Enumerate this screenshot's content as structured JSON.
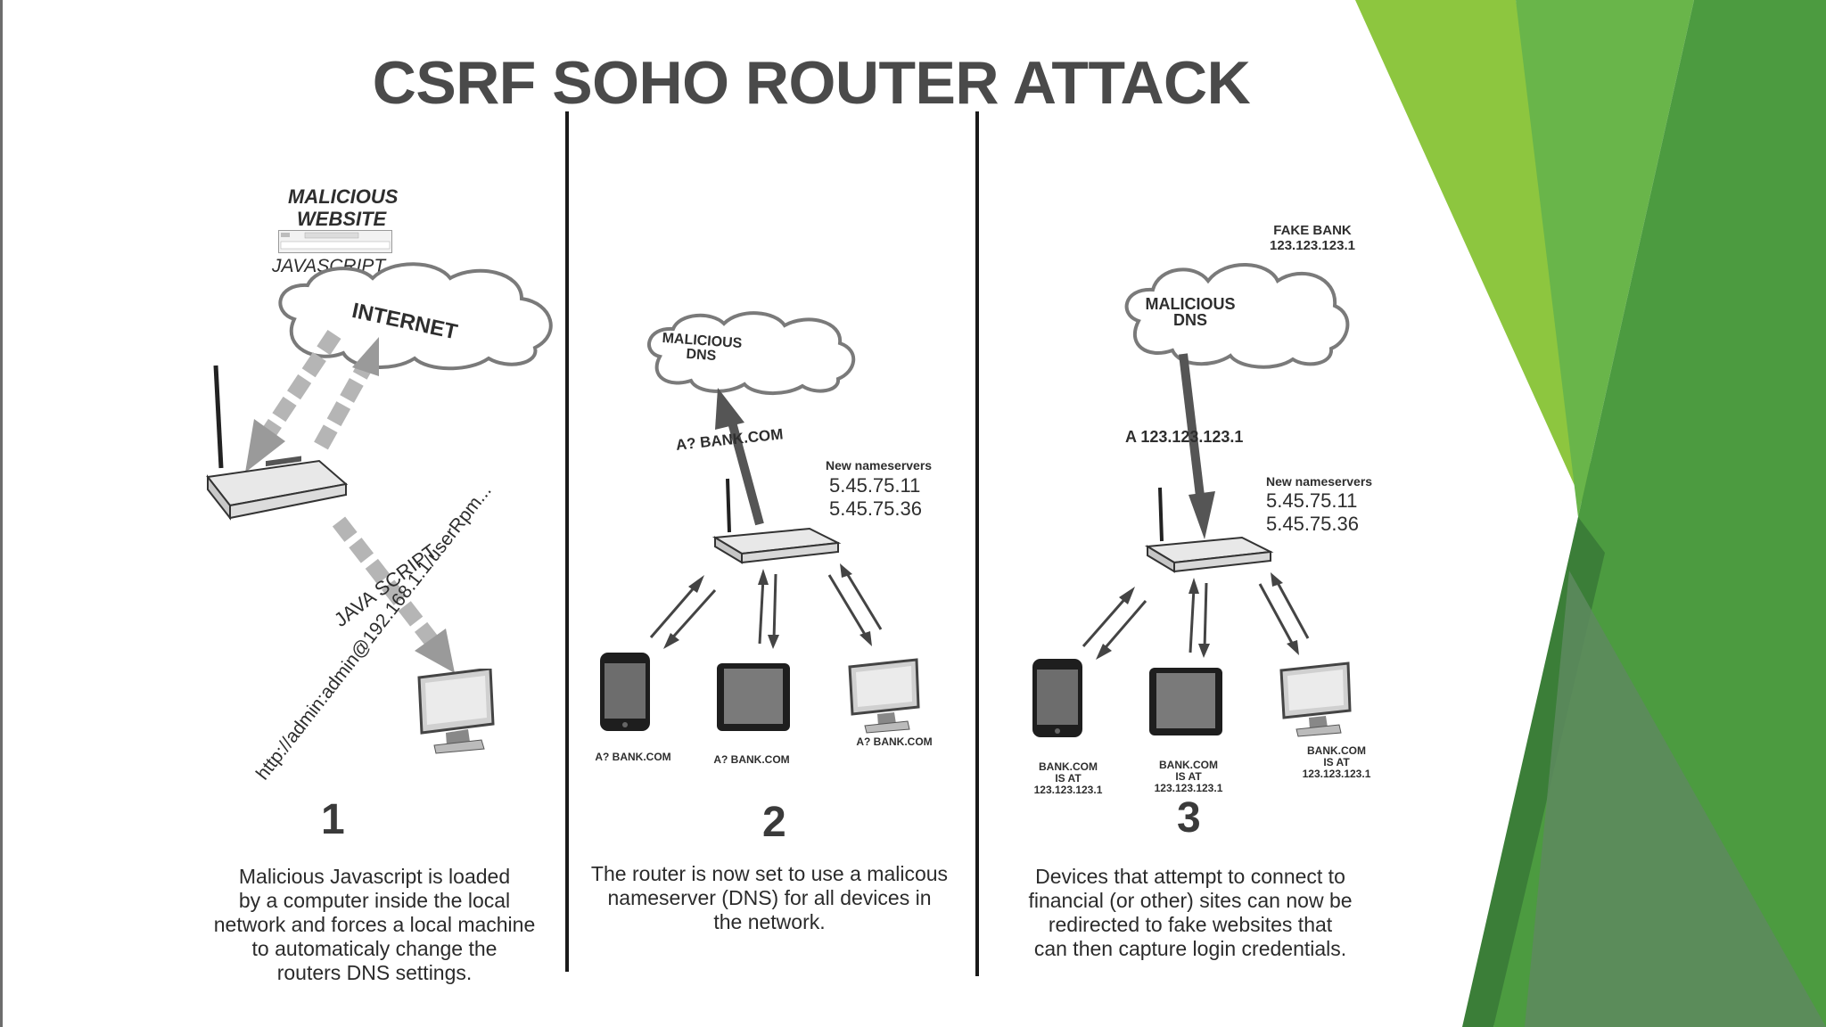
{
  "slide": {
    "title": "CSRF SOHO ROUTER ATTACK",
    "colors": {
      "accent_light": "#8dc63f",
      "accent_mid": "#5fae46",
      "accent_dark": "#3f7f3c",
      "muted": "#5e8a5f"
    }
  },
  "panel1": {
    "malicious_website": [
      "MALICIOUS",
      "WEBSITE"
    ],
    "javascript": "JAVASCRIPT",
    "internet": "INTERNET",
    "java_script": "JAVA SCRIPT",
    "url": "http://admin:admin@192.168.1.1/userRpm...",
    "number": "1",
    "description": [
      "Malicious Javascript is loaded",
      "by a computer inside the local",
      "network and forces a local machine",
      "to automaticaly change the",
      "routers DNS settings."
    ]
  },
  "panel2": {
    "cloud_label": [
      "MALICIOUS",
      "DNS"
    ],
    "query": "A? BANK.COM",
    "ns_title": "New nameservers",
    "ns1": "5.45.75.11",
    "ns2": "5.45.75.36",
    "device_labels": [
      "A? BANK.COM",
      "A? BANK.COM",
      "A? BANK.COM"
    ],
    "number": "2",
    "description": [
      "The router is now set to use a malicous",
      "nameserver (DNS) for all devices in",
      "the network."
    ]
  },
  "panel3": {
    "fake_bank": [
      "FAKE BANK",
      "123.123.123.1"
    ],
    "cloud_label": [
      "MALICIOUS",
      "DNS"
    ],
    "answer": "A 123.123.123.1",
    "ns_title": "New nameservers",
    "ns1": "5.45.75.11",
    "ns2": "5.45.75.36",
    "device_labels": [
      [
        "BANK.COM",
        "IS AT",
        "123.123.123.1"
      ],
      [
        "BANK.COM",
        "IS AT",
        "123.123.123.1"
      ],
      [
        "BANK.COM",
        "IS AT",
        "123.123.123.1"
      ]
    ],
    "number": "3",
    "description": [
      "Devices that attempt to connect to",
      "financial (or other) sites can now be",
      "redirected to fake websites that",
      "can then capture login credentials."
    ]
  }
}
